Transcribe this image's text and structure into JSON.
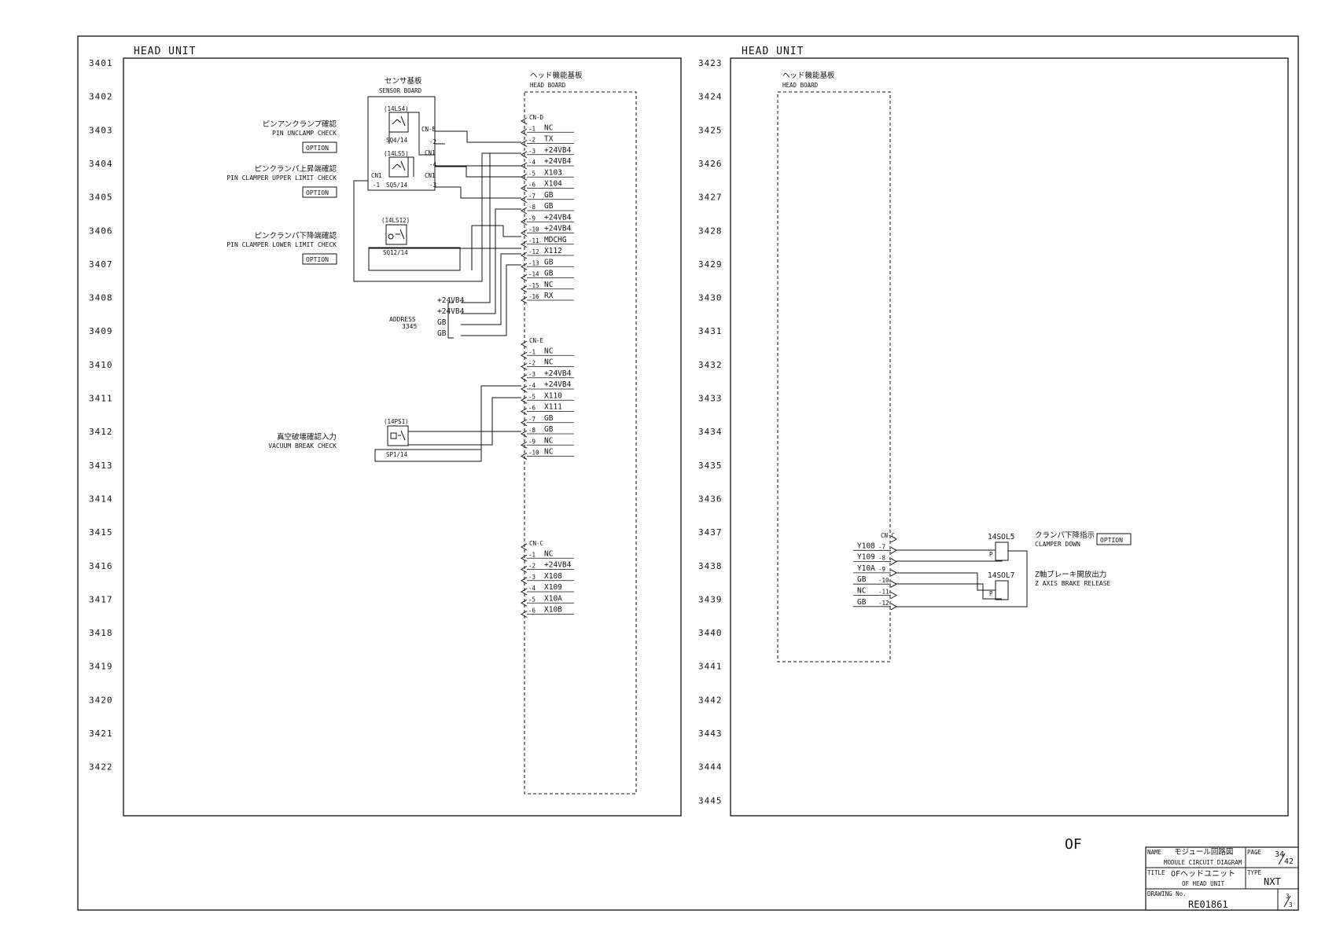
{
  "panels": [
    {
      "title": "HEAD UNIT"
    },
    {
      "title": "HEAD UNIT"
    }
  ],
  "row_numbers_left": [
    "3401",
    "3402",
    "3403",
    "3404",
    "3405",
    "3406",
    "3407",
    "3408",
    "3409",
    "3410",
    "3411",
    "3412",
    "3413",
    "3414",
    "3415",
    "3416",
    "3417",
    "3418",
    "3419",
    "3420",
    "3421",
    "3422"
  ],
  "row_numbers_right": [
    "3423",
    "3424",
    "3425",
    "3426",
    "3427",
    "3428",
    "3429",
    "3430",
    "3431",
    "3432",
    "3433",
    "3434",
    "3435",
    "3436",
    "3437",
    "3438",
    "3439",
    "3440",
    "3441",
    "3442",
    "3443",
    "3444",
    "3445"
  ],
  "left": {
    "sensor_board": {
      "label_jp": "センサ基板",
      "label_en": "SENSOR BOARD"
    },
    "head_board": {
      "label_jp": "ヘッド機能基板",
      "label_en": "HEAD BOARD"
    },
    "switches": [
      {
        "ref": "(14LS4)",
        "code": "SQ4/14"
      },
      {
        "ref": "(14LS5)",
        "code": "SQ5/14"
      },
      {
        "ref": "(14LS12)",
        "code": "SQ12/14"
      },
      {
        "ref": "(14PS1)",
        "code": "SP1/14"
      }
    ],
    "sensor_pins": [
      "CN-B",
      "-2",
      "CN1",
      "-4",
      "CN1",
      "-1",
      "CN1",
      "-3"
    ],
    "checks": [
      {
        "jp": "ピンアンクランプ確認",
        "en": "PIN UNCLAMP CHECK",
        "option": "OPTION"
      },
      {
        "jp": "ピンクランパ上昇端確認",
        "en": "PIN CLAMPER UPPER LIMIT CHECK",
        "option": "OPTION"
      },
      {
        "jp": "ピンクランパ下降端確認",
        "en": "PIN CLAMPER LOWER LIMIT CHECK",
        "option": "OPTION"
      },
      {
        "jp": "真空破壊確認入力",
        "en": "VACUUM BREAK CHECK"
      }
    ],
    "address": {
      "label": "ADDRESS",
      "num": "3345",
      "signals": [
        "+24VB4",
        "+24VB4",
        "GB",
        "GB"
      ]
    },
    "connectors": [
      {
        "header": "CN-D",
        "pins": [
          "-1",
          "-2",
          "-3",
          "-4",
          "-5",
          "-6",
          "-7",
          "-8",
          "-9",
          "-10",
          "-11",
          "-12",
          "-13",
          "-14",
          "-15",
          "-16"
        ],
        "signals": [
          "NC",
          "TX",
          "+24VB4",
          "+24VB4",
          "X103",
          "X104",
          "GB",
          "GB",
          "+24VB4",
          "+24VB4",
          "MDCHG",
          "X112",
          "GB",
          "GB",
          "NC",
          "RX"
        ]
      },
      {
        "header": "CN-E",
        "pins": [
          "-1",
          "-2",
          "-3",
          "-4",
          "-5",
          "-6",
          "-7",
          "-8",
          "-9",
          "-10"
        ],
        "signals": [
          "NC",
          "NC",
          "+24VB4",
          "+24VB4",
          "X110",
          "X111",
          "GB",
          "GB",
          "NC",
          "NC"
        ]
      },
      {
        "header": "CN-C",
        "pins": [
          "-1",
          "-2",
          "-3",
          "-4",
          "-5",
          "-6"
        ],
        "signals": [
          "NC",
          "+24VB4",
          "X108",
          "X109",
          "X10A",
          "X10B"
        ]
      }
    ]
  },
  "right": {
    "head_board": {
      "label_jp": "ヘッド機能基板",
      "label_en": "HEAD BOARD"
    },
    "connector": {
      "header": "CN-C",
      "pins": [
        "-7",
        "-8",
        "-9",
        "-10",
        "-11",
        "-12"
      ],
      "signals": [
        "Y108",
        "Y109",
        "Y10A",
        "GB",
        "NC",
        "GB"
      ]
    },
    "solenoids": [
      {
        "ref": "14SOL5",
        "jp": "クランパ下降指示",
        "en": "CLAMPER DOWN",
        "option": "OPTION",
        "p": "P"
      },
      {
        "ref": "14SOL7",
        "jp": "Z軸ブレーキ開放出力",
        "en": "Z AXIS BRAKE RELEASE",
        "p": "P"
      }
    ]
  },
  "of_mark": "OF",
  "title_block": {
    "name_label": "NAME",
    "name_jp": "モジュール回路図",
    "name_en": "MODULE CIRCUIT DIAGRAM",
    "page_label": "PAGE",
    "page_num": "34",
    "page_total": "42",
    "title_label": "TITLE",
    "title_jp": "OFヘッドユニット",
    "title_en": "OF HEAD UNIT",
    "type_label": "TYPE",
    "type_value": "NXT",
    "drawing_label": "DRAWING No.",
    "drawing_no": "RE01861",
    "sheet_num": "3",
    "sheet_total": "3"
  }
}
